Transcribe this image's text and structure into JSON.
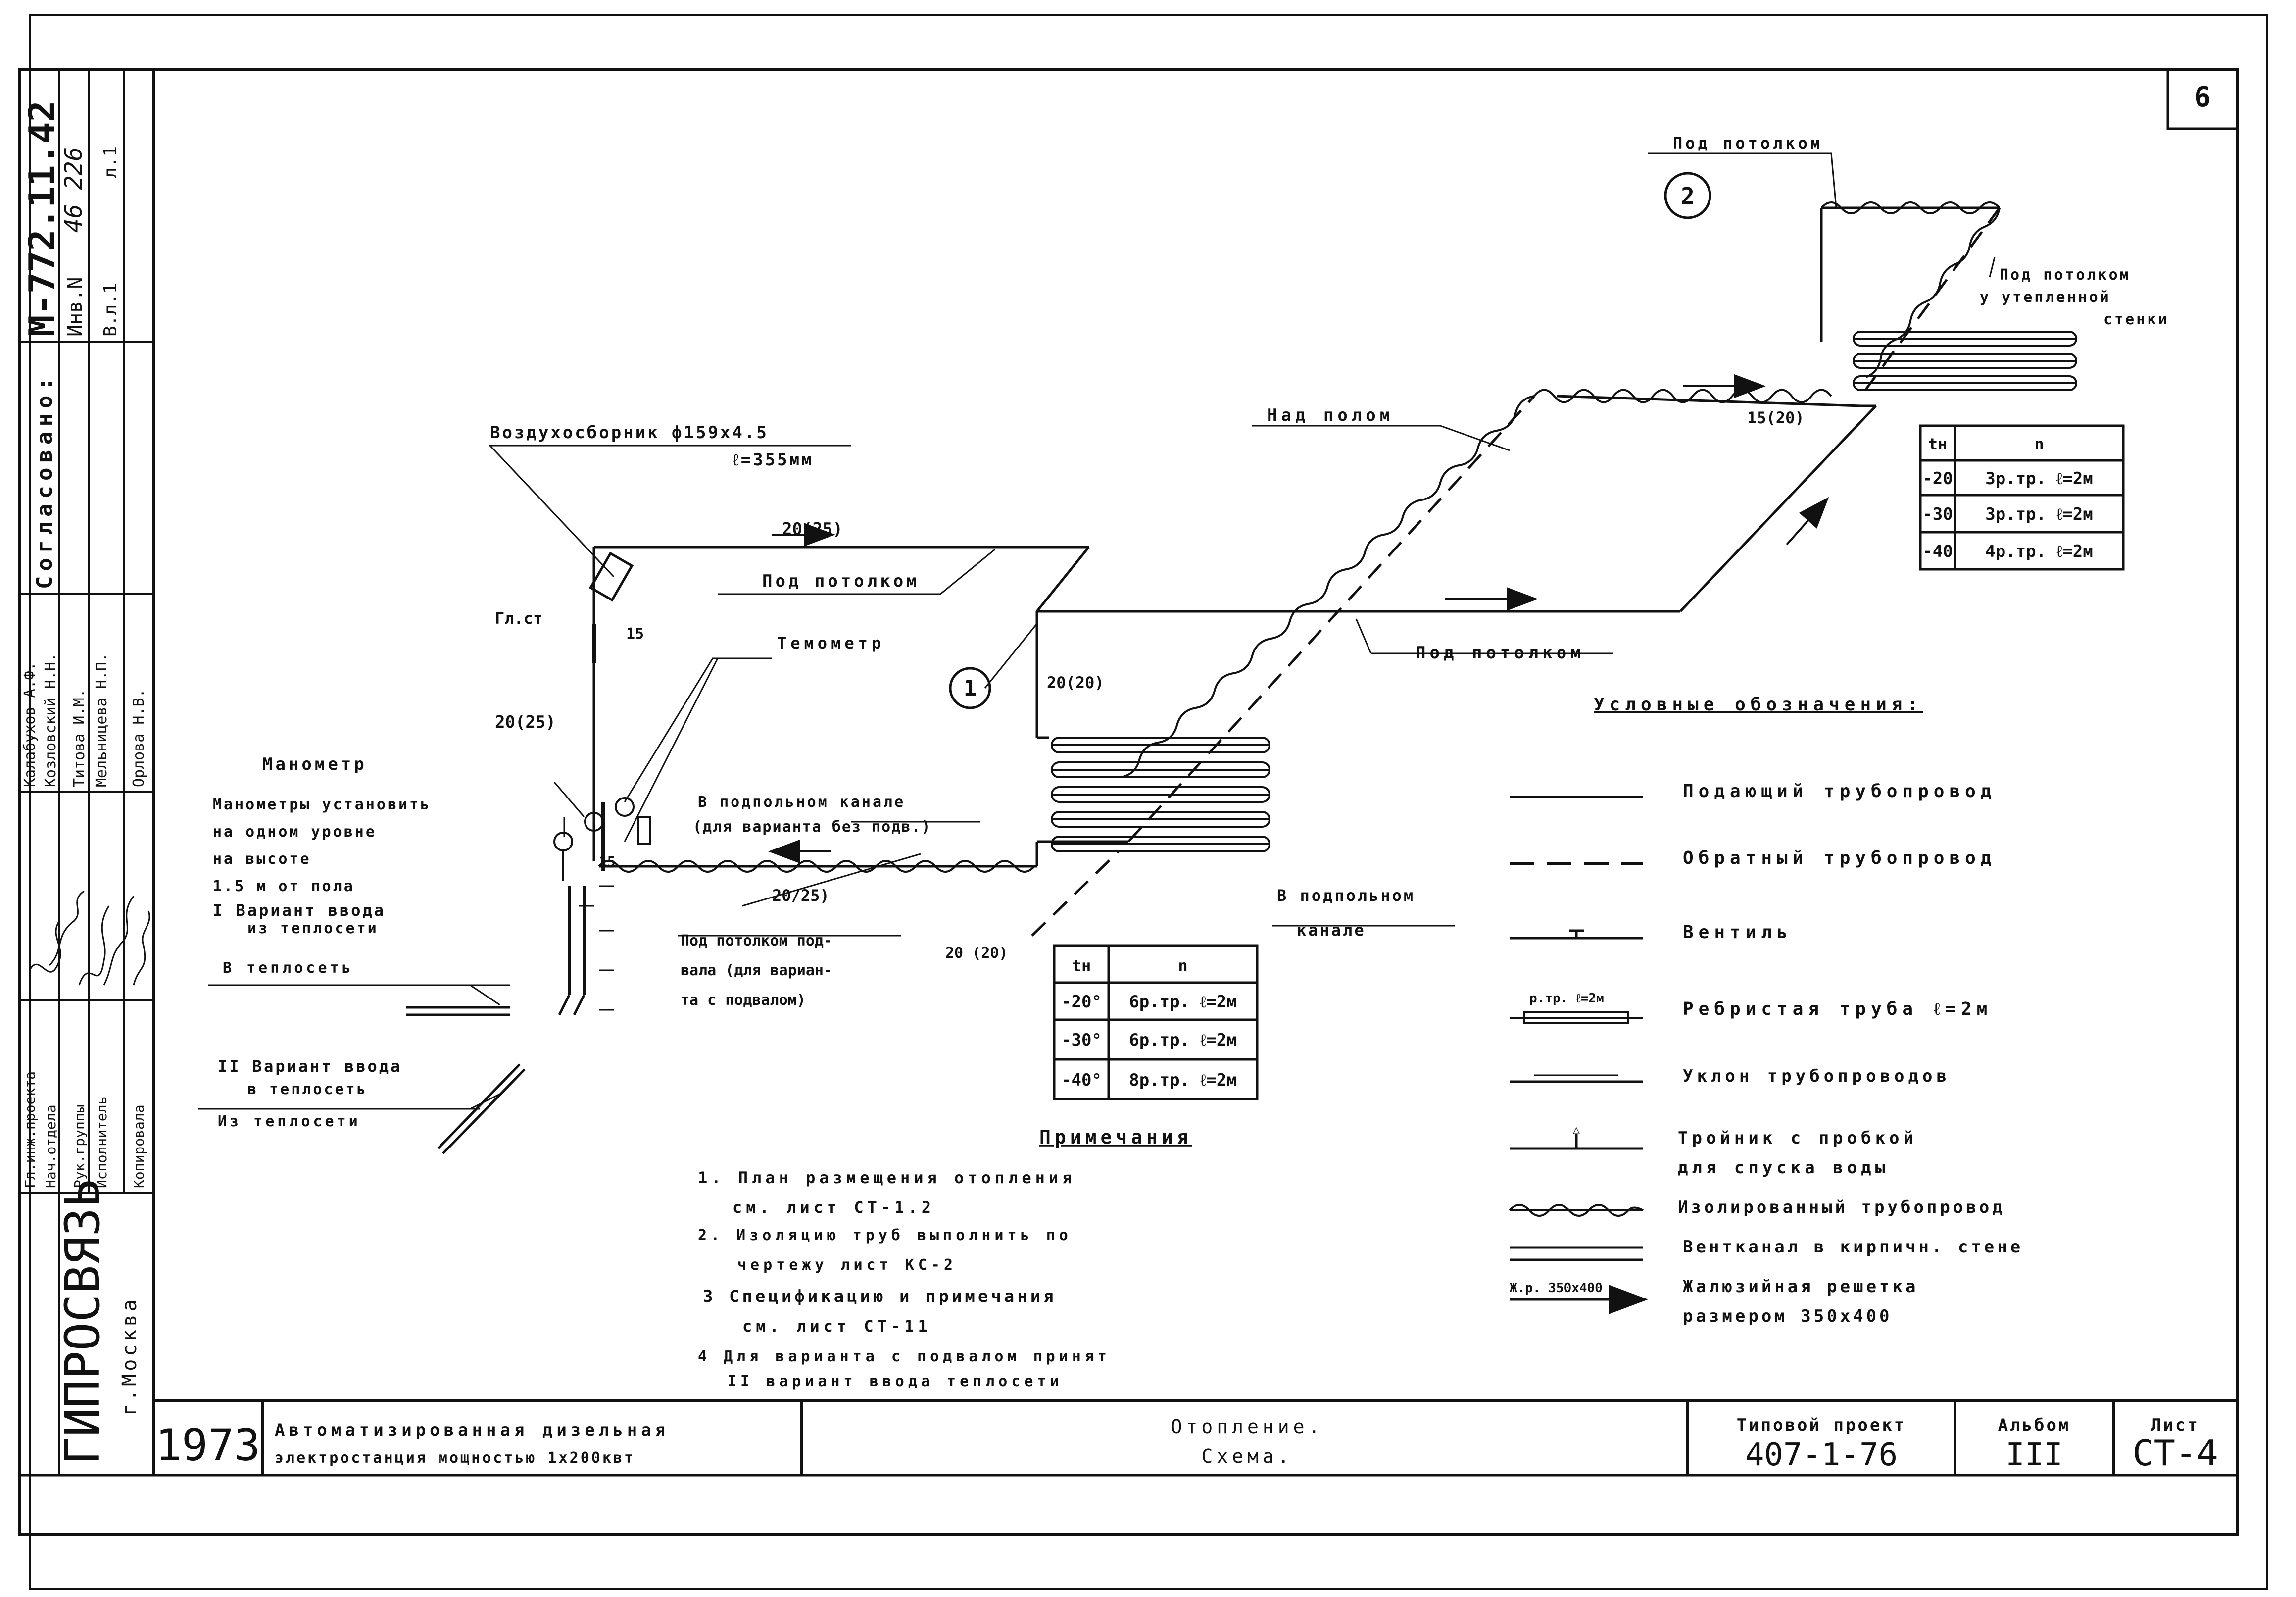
{
  "sheet_number": "6",
  "side_stamp": {
    "doc_code": "М-772.11.42",
    "inv_label": "Инв.N",
    "inv_number": "46 226",
    "sheet_label": "л.1",
    "vl_label": "В.л.1",
    "agreed": "Согласовано:",
    "roles": [
      "Гл.инж.проекта",
      "Нач.отдела",
      "Рук.группы",
      "Исполнитель",
      "Копировала"
    ],
    "names": [
      "Калабухов А.Ф.",
      "Козловский Н.Н.",
      "Титова И.М.",
      "Мельницева Н.П.",
      "Орлова Н.В."
    ],
    "org": "ГИПРОСВЯЗЬ",
    "city": "г.Москва"
  },
  "diagram": {
    "air_collector_label": "Воздухосборник ф159х4.5",
    "air_collector_length": "ℓ=355мм",
    "gl_st": "Гл.ст",
    "dn_15_a": "15",
    "dn_20_25_top": "20(25)",
    "dn_20_25_riser": "20(25)",
    "under_ceiling_1": "Под потолком",
    "thermometer": "Темометр",
    "circle_1": "1",
    "circle_2": "2",
    "dn_20_20": "20(20)",
    "manometer": "Манометр",
    "manometer_note": [
      "Манометры установить",
      "на одном уровне",
      "на высоте",
      "1.5 м от пола"
    ],
    "variant_1": [
      "I Вариант ввода",
      "из теплосети"
    ],
    "to_heating_net": "В теплосеть",
    "variant_2": [
      "II Вариант ввода",
      "в теплосеть"
    ],
    "from_heating_net": "Из теплосети",
    "floor_channel_1": "В подпольном канале",
    "floor_channel_1_note": "(для варианта без подв.)",
    "dn_20_25_bottom": "20/25)",
    "dn_15_b": "15",
    "under_ceiling_basement": [
      "Под потолком под-",
      "вала (для вариан-",
      "та с подвалом)"
    ],
    "dn_20_20_bottom": "20 (20)",
    "floor_channel_2": [
      "В подпольном",
      "канале"
    ],
    "above_floor": "Над полом",
    "under_ceiling_2": "Под потолком",
    "under_ceiling_top": "Под потолком",
    "dn_15_20": "15(20)",
    "under_ceiling_insulated": [
      "Под потолком",
      "у утепленной",
      "стенки"
    ]
  },
  "table_left": {
    "headers": [
      "tн",
      "n"
    ],
    "rows": [
      [
        "-20°",
        "6р.тр. ℓ=2м"
      ],
      [
        "-30°",
        "6р.тр. ℓ=2м"
      ],
      [
        "-40°",
        "8р.тр. ℓ=2м"
      ]
    ]
  },
  "table_right": {
    "headers": [
      "tн",
      "n"
    ],
    "rows": [
      [
        "-20",
        "3р.тр. ℓ=2м"
      ],
      [
        "-30",
        "3р.тр. ℓ=2м"
      ],
      [
        "-40",
        "4р.тр. ℓ=2м"
      ]
    ]
  },
  "legend": {
    "title": "Условные обозначения:",
    "items": [
      "Подающий трубопровод",
      "Обратный трубопровод",
      "Вентиль",
      "Ребристая труба ℓ=2м",
      "Уклон трубопроводов",
      "Тройник с пробкой",
      "для спуска воды",
      "Изолированный трубопровод",
      "Вентканал в кирпичн. стене",
      "Жалюзийная решетка",
      "размером 350х400"
    ],
    "rib_label": "р.тр. ℓ=2м",
    "grille_label": "Ж.р. 350х400"
  },
  "notes": {
    "title": "Примечания",
    "lines": [
      "1. План размещения отопления",
      "см. лист СТ-1.2",
      "2. Изоляцию труб выполнить по",
      "чертежу лист КС-2",
      "3 Спецификацию и примечания",
      "см. лист СТ-11",
      "4 Для варианта с подвалом принят",
      "II вариант ввода теплосети"
    ]
  },
  "title_block": {
    "year": "1973",
    "project_name": [
      "Автоматизированная дизельная",
      "электростанция мощностью 1х200квт"
    ],
    "drawing_title": [
      "Отопление.",
      "Схема."
    ],
    "typical_project_label": "Типовой проект",
    "typical_project": "407-1-76",
    "album_label": "Альбом",
    "album": "III",
    "sheet_label": "Лист",
    "sheet": "СТ-4"
  }
}
